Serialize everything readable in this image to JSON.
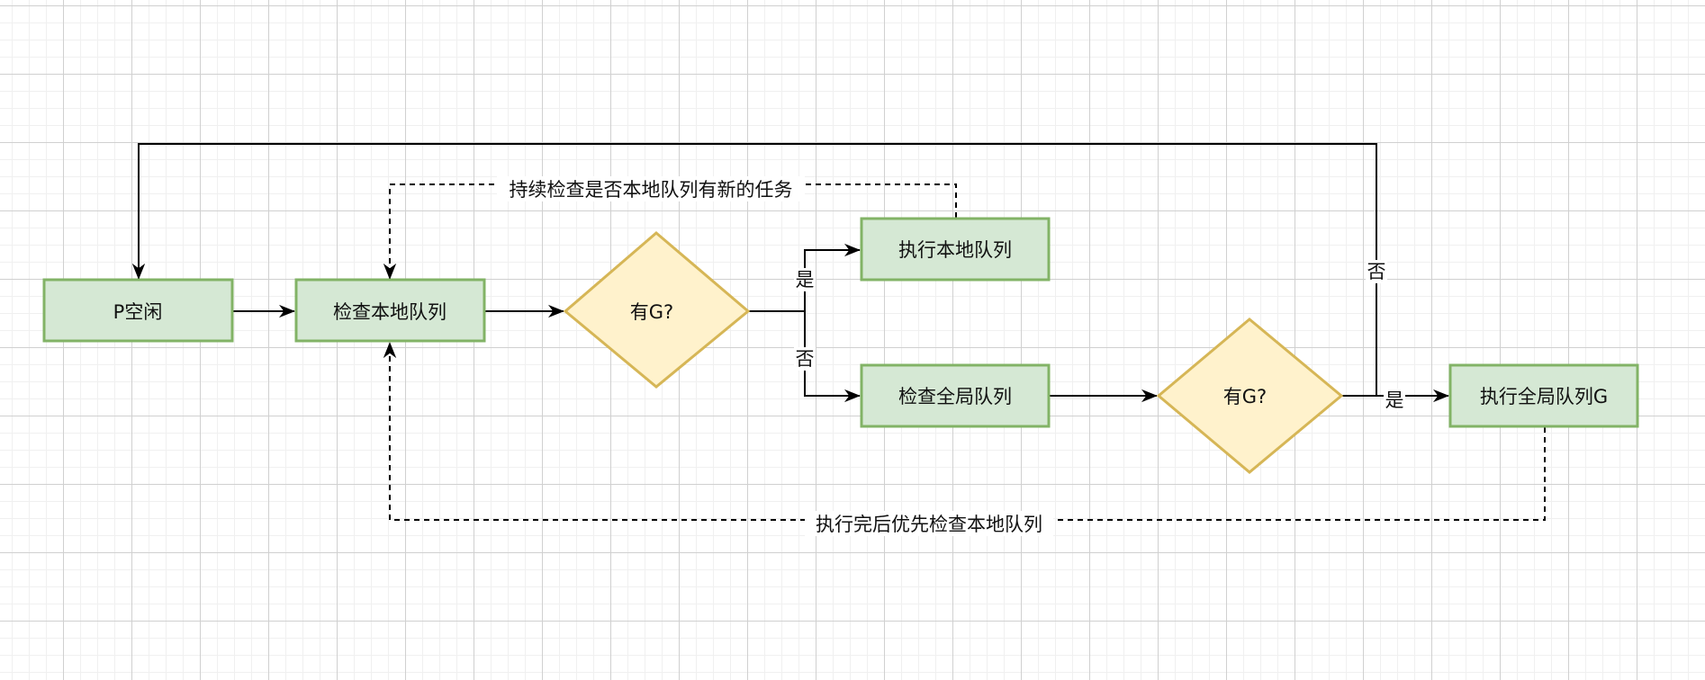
{
  "diagram": {
    "colors": {
      "process_fill": "#d5e8d4",
      "process_stroke": "#82b366",
      "decision_fill": "#fff2cc",
      "decision_stroke": "#d6b656",
      "edge": "#000000"
    },
    "nodes": {
      "p_idle": {
        "label": "P空闲",
        "shape": "process"
      },
      "check_local": {
        "label": "检查本地队列",
        "shape": "process"
      },
      "has_g_1": {
        "label": "有G?",
        "shape": "decision"
      },
      "exec_local": {
        "label": "执行本地队列",
        "shape": "process"
      },
      "check_global": {
        "label": "检查全局队列",
        "shape": "process"
      },
      "has_g_2": {
        "label": "有G?",
        "shape": "decision"
      },
      "exec_global": {
        "label": "执行全局队列G",
        "shape": "process"
      }
    },
    "edges": {
      "idle_to_check": {
        "from": "p_idle",
        "to": "check_local",
        "style": "solid",
        "label": ""
      },
      "check_to_decision": {
        "from": "check_local",
        "to": "has_g_1",
        "style": "solid",
        "label": ""
      },
      "decision1_yes": {
        "from": "has_g_1",
        "to": "exec_local",
        "style": "solid",
        "label": "是"
      },
      "decision1_no": {
        "from": "has_g_1",
        "to": "check_global",
        "style": "solid",
        "label": "否"
      },
      "global_to_decision": {
        "from": "check_global",
        "to": "has_g_2",
        "style": "solid",
        "label": ""
      },
      "decision2_yes": {
        "from": "has_g_2",
        "to": "exec_global",
        "style": "solid",
        "label": "是"
      },
      "decision2_no": {
        "from": "has_g_2",
        "to": "p_idle",
        "style": "solid",
        "label": "否"
      },
      "local_loop": {
        "from": "exec_local",
        "to": "check_local",
        "style": "dashed",
        "label": "持续检查是否本地队列有新的任务"
      },
      "global_loop": {
        "from": "exec_global",
        "to": "check_local",
        "style": "dashed",
        "label": "执行完后优先检查本地队列"
      }
    }
  }
}
